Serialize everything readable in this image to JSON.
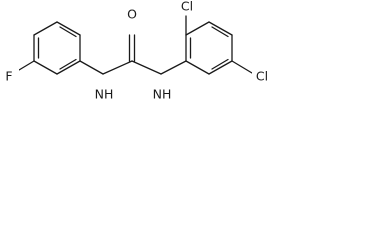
{
  "molecule": {
    "labels": {
      "fluorine": "F",
      "oxygen": "O",
      "nh_left": "NH",
      "nh_right": "NH",
      "chlorine_top": "Cl",
      "chlorine_right": "Cl"
    },
    "colors": {
      "bond": "#1a1a1a",
      "text": "#1a1a1a",
      "background": "#ffffff"
    }
  }
}
